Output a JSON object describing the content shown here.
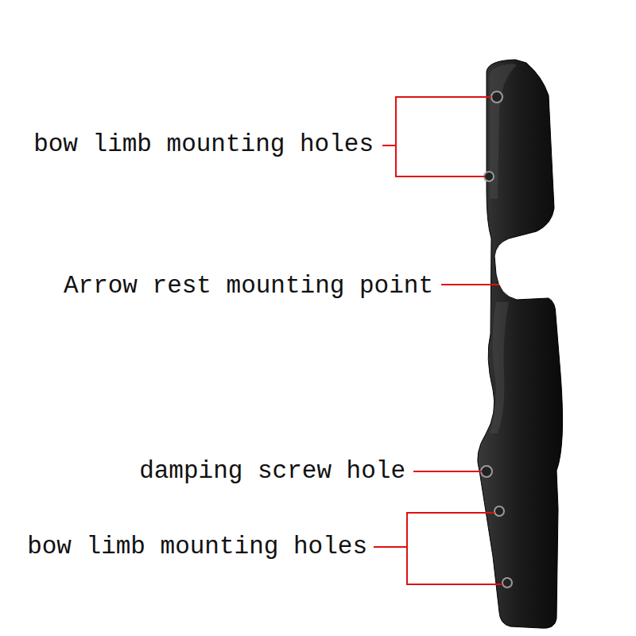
{
  "diagram": {
    "labels": [
      "bow limb mounting holes",
      "Arrow rest mounting point",
      "damping screw hole",
      "bow limb mounting holes"
    ]
  }
}
